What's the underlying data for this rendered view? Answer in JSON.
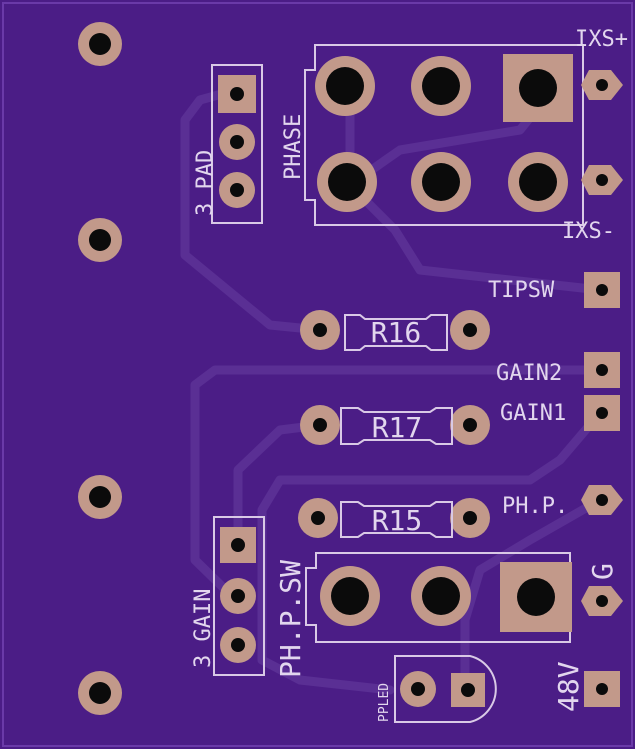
{
  "labels": {
    "ixs_plus": "IXS+",
    "ixs_minus": "IXS-",
    "phase": "PHASE",
    "three_pad": "3 PAD",
    "tipsw": "TIPSW",
    "r16": "R16",
    "gain2": "GAIN2",
    "gain1": "GAIN1",
    "r17": "R17",
    "php": "PH.P.",
    "r15": "R15",
    "three_gain": "3 GAIN",
    "php_sw": "PH.P.SW",
    "g": "G",
    "v48": "48V",
    "ppled": "PPLED"
  },
  "colors": {
    "board": "#4b1d86",
    "silkscreen": "#d9c9e6",
    "copper_pad": "#c2998a",
    "drill_hole": "#0b0b0b",
    "trace": "#5a2f94"
  }
}
